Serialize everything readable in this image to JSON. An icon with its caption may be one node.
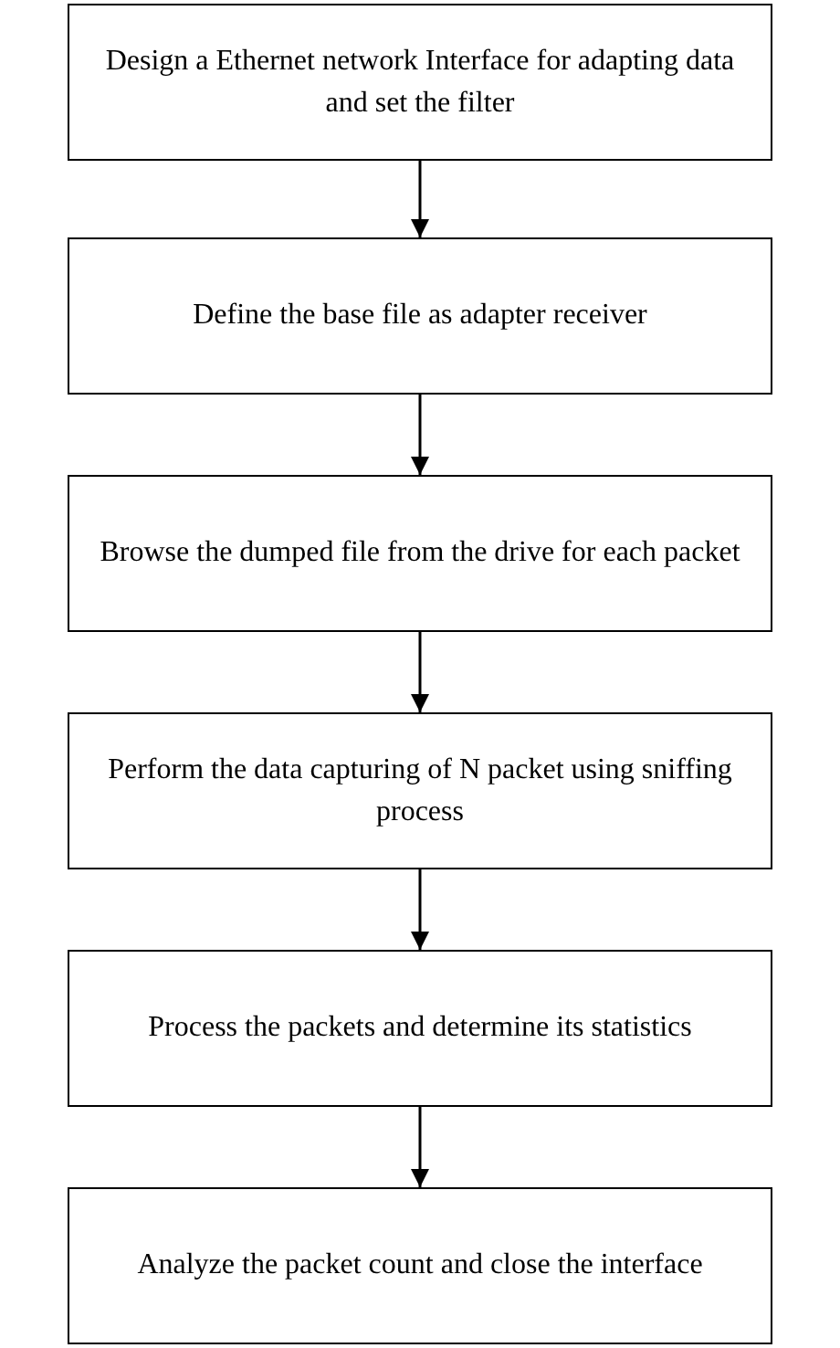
{
  "diagram": {
    "nodes": [
      {
        "text": [
          "Design a Ethernet network Interface for adapting data and set the filter"
        ]
      },
      {
        "text": [
          "Define the base file as adapter receiver"
        ]
      },
      {
        "text": [
          "Browse the dumped file from the drive for each packet"
        ]
      },
      {
        "text": [
          "Perform the data capturing of N packet using sniffing process"
        ]
      },
      {
        "text": [
          "Process the packets and determine its statistics"
        ]
      },
      {
        "text": [
          "Analyze the packet count and close the interface"
        ]
      }
    ],
    "edges": [
      {
        "from": 0,
        "to": 1,
        "arrow": "to"
      },
      {
        "from": 1,
        "to": 2,
        "arrow": "to"
      },
      {
        "from": 2,
        "to": 3,
        "arrow": "to"
      },
      {
        "from": 3,
        "to": 4,
        "arrow": "to"
      },
      {
        "from": 4,
        "to": 5,
        "arrow": "to"
      }
    ]
  }
}
